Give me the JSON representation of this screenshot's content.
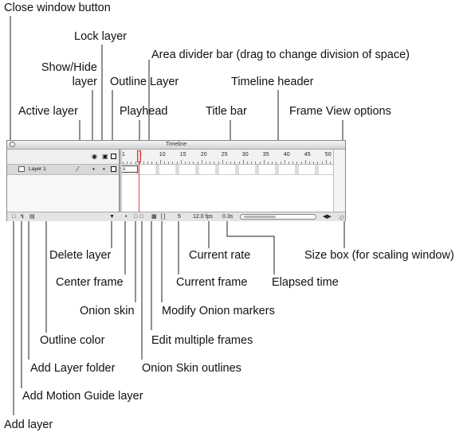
{
  "callouts": {
    "close_window_button": "Close window button",
    "lock_layer": "Lock layer",
    "area_divider_bar": "Area divider bar (drag to change division of space)",
    "show_hide_layer_line1": "Show/Hide",
    "show_hide_layer_line2": "layer",
    "outline_layer": "Outline Layer",
    "timeline_header": "Timeline header",
    "active_layer": "Active layer",
    "playhead": "Playhead",
    "title_bar": "Title bar",
    "frame_view_options": "Frame View options",
    "delete_layer": "Delete layer",
    "current_rate": "Current rate",
    "size_box": "Size box (for scaling window)",
    "center_frame": "Center frame",
    "current_frame": "Current frame",
    "elapsed_time": "Elapsed time",
    "onion_skin": "Onion skin",
    "modify_onion_markers": "Modify Onion markers",
    "outline_color": "Outline color",
    "edit_multiple_frames": "Edit multiple frames",
    "add_layer_folder": "Add Layer folder",
    "onion_skin_outlines": "Onion Skin outlines",
    "add_motion_guide_layer": "Add Motion Guide layer",
    "add_layer": "Add layer"
  },
  "panel": {
    "title": "Timeline",
    "layer_name": "Layer 1",
    "ruler_numbers": [
      "1",
      "5",
      "10",
      "15",
      "20",
      "25",
      "30",
      "35",
      "40",
      "45",
      "50"
    ],
    "current_frame": "5",
    "frame_rate": "12.0 fps",
    "elapsed_time": "0.3s",
    "keyframe_marker": "o"
  },
  "icons": {
    "close": "circle",
    "eye": "eye-icon",
    "lock": "lock-icon",
    "outline": "square-outline-icon",
    "pencil": "pencil-icon",
    "trash": "trash-icon"
  }
}
